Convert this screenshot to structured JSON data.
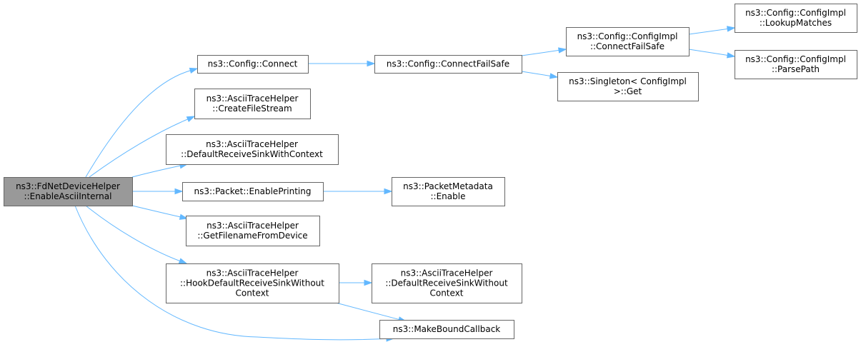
{
  "diagram": {
    "nodes": [
      {
        "id": "root",
        "lines": [
          "ns3::FdNetDeviceHelper",
          "::EnableAsciiInternal"
        ],
        "root": true
      },
      {
        "id": "config-connect",
        "lines": [
          "ns3::Config::Connect"
        ]
      },
      {
        "id": "create-file-stream",
        "lines": [
          "ns3::AsciiTraceHelper",
          "::CreateFileStream"
        ]
      },
      {
        "id": "default-receive-sink-with-context",
        "lines": [
          "ns3::AsciiTraceHelper",
          "::DefaultReceiveSinkWithContext"
        ]
      },
      {
        "id": "packet-enable-printing",
        "lines": [
          "ns3::Packet::EnablePrinting"
        ]
      },
      {
        "id": "get-filename-from-device",
        "lines": [
          "ns3::AsciiTraceHelper",
          "::GetFilenameFromDevice"
        ]
      },
      {
        "id": "hook-default-receive-sink",
        "lines": [
          "ns3::AsciiTraceHelper",
          "::HookDefaultReceiveSinkWithout",
          "Context"
        ]
      },
      {
        "id": "connect-fail-safe",
        "lines": [
          "ns3::Config::ConnectFailSafe"
        ]
      },
      {
        "id": "packet-metadata-enable",
        "lines": [
          "ns3::PacketMetadata",
          "::Enable"
        ]
      },
      {
        "id": "default-receive-sink-without-context",
        "lines": [
          "ns3::AsciiTraceHelper",
          "::DefaultReceiveSinkWithout",
          "Context"
        ]
      },
      {
        "id": "make-bound-callback",
        "lines": [
          "ns3::MakeBoundCallback"
        ]
      },
      {
        "id": "config-impl-connect-fail-safe",
        "lines": [
          "ns3::Config::ConfigImpl",
          "::ConnectFailSafe"
        ]
      },
      {
        "id": "singleton-get",
        "lines": [
          "ns3::Singleton< ConfigImpl",
          ">::Get"
        ]
      },
      {
        "id": "config-impl-lookup-matches",
        "lines": [
          "ns3::Config::ConfigImpl",
          "::LookupMatches"
        ]
      },
      {
        "id": "config-impl-parse-path",
        "lines": [
          "ns3::Config::ConfigImpl",
          "::ParsePath"
        ]
      }
    ],
    "edges": [
      {
        "from": "root",
        "to": "config-connect"
      },
      {
        "from": "root",
        "to": "create-file-stream"
      },
      {
        "from": "root",
        "to": "default-receive-sink-with-context"
      },
      {
        "from": "root",
        "to": "packet-enable-printing"
      },
      {
        "from": "root",
        "to": "get-filename-from-device"
      },
      {
        "from": "root",
        "to": "hook-default-receive-sink"
      },
      {
        "from": "root",
        "to": "make-bound-callback"
      },
      {
        "from": "config-connect",
        "to": "connect-fail-safe"
      },
      {
        "from": "connect-fail-safe",
        "to": "config-impl-connect-fail-safe"
      },
      {
        "from": "connect-fail-safe",
        "to": "singleton-get"
      },
      {
        "from": "config-impl-connect-fail-safe",
        "to": "config-impl-lookup-matches"
      },
      {
        "from": "config-impl-connect-fail-safe",
        "to": "config-impl-parse-path"
      },
      {
        "from": "packet-enable-printing",
        "to": "packet-metadata-enable"
      },
      {
        "from": "hook-default-receive-sink",
        "to": "default-receive-sink-without-context"
      },
      {
        "from": "hook-default-receive-sink",
        "to": "make-bound-callback"
      }
    ],
    "colors": {
      "edge": "#63b8ff",
      "node_border": "#666666",
      "root_fill": "#999999",
      "node_fill": "#ffffff"
    }
  }
}
